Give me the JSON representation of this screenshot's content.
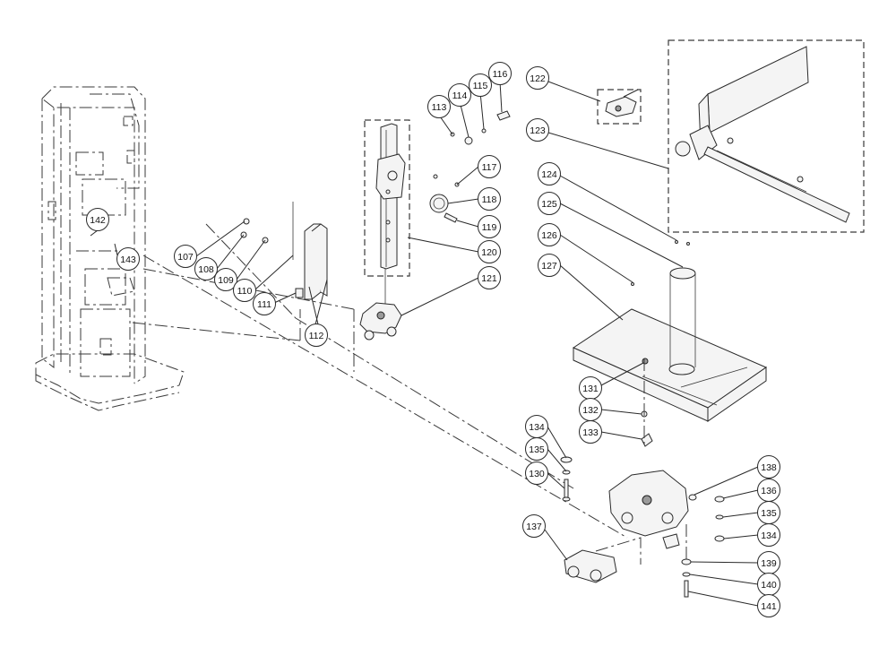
{
  "callouts": [
    {
      "id": "c107",
      "label": "107"
    },
    {
      "id": "c108",
      "label": "108"
    },
    {
      "id": "c109",
      "label": "109"
    },
    {
      "id": "c110",
      "label": "110"
    },
    {
      "id": "c111",
      "label": "111"
    },
    {
      "id": "c112",
      "label": "112"
    },
    {
      "id": "c113",
      "label": "113"
    },
    {
      "id": "c114",
      "label": "114"
    },
    {
      "id": "c115",
      "label": "115"
    },
    {
      "id": "c116",
      "label": "116"
    },
    {
      "id": "c117",
      "label": "117"
    },
    {
      "id": "c118",
      "label": "118"
    },
    {
      "id": "c119",
      "label": "119"
    },
    {
      "id": "c120",
      "label": "120"
    },
    {
      "id": "c121",
      "label": "121"
    },
    {
      "id": "c122",
      "label": "122"
    },
    {
      "id": "c123",
      "label": "123"
    },
    {
      "id": "c124",
      "label": "124"
    },
    {
      "id": "c125",
      "label": "125"
    },
    {
      "id": "c126",
      "label": "126"
    },
    {
      "id": "c127",
      "label": "127"
    },
    {
      "id": "c130",
      "label": "130"
    },
    {
      "id": "c131",
      "label": "131"
    },
    {
      "id": "c132",
      "label": "132"
    },
    {
      "id": "c133",
      "label": "133"
    },
    {
      "id": "c134a",
      "label": "134"
    },
    {
      "id": "c134b",
      "label": "134"
    },
    {
      "id": "c135a",
      "label": "135"
    },
    {
      "id": "c135b",
      "label": "135"
    },
    {
      "id": "c136",
      "label": "136"
    },
    {
      "id": "c137",
      "label": "137"
    },
    {
      "id": "c138",
      "label": "138"
    },
    {
      "id": "c139",
      "label": "139"
    },
    {
      "id": "c140",
      "label": "140"
    },
    {
      "id": "c141",
      "label": "141"
    },
    {
      "id": "c142",
      "label": "142"
    },
    {
      "id": "c143",
      "label": "143"
    }
  ]
}
